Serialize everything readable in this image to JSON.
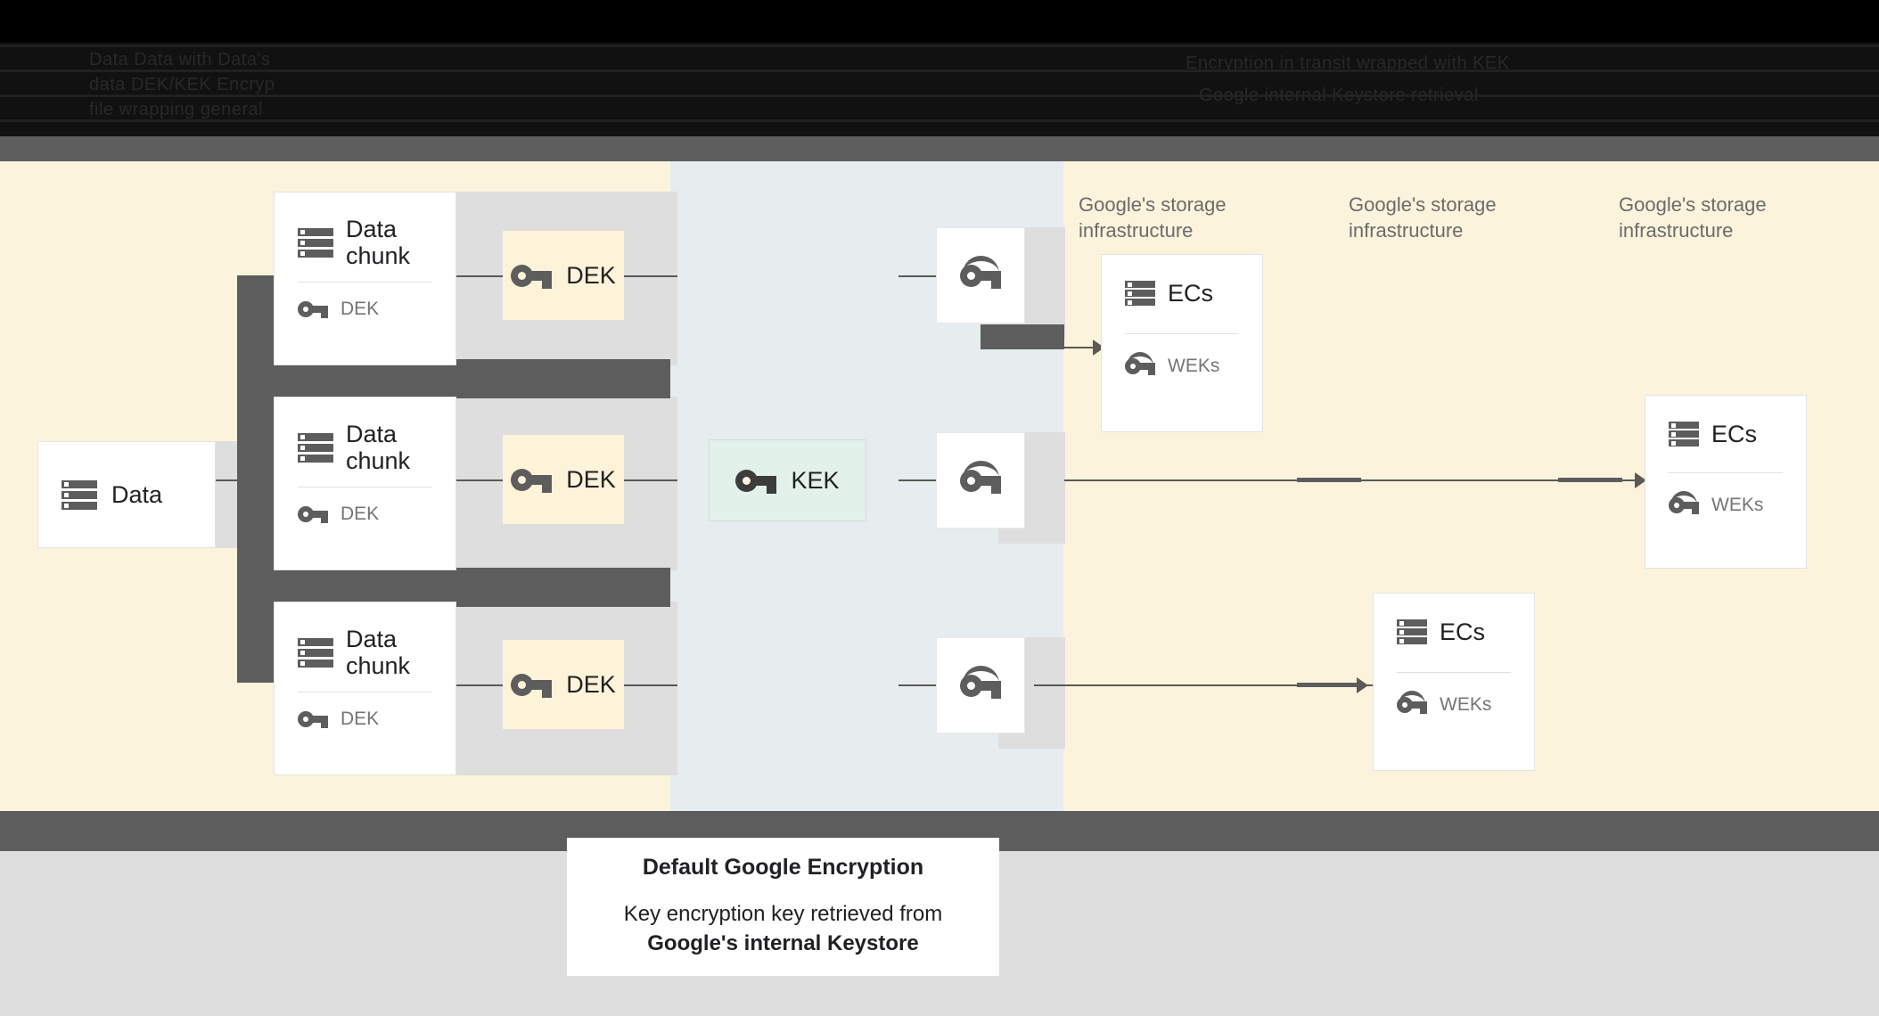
{
  "header": {
    "obscured": true,
    "lines": [
      "Data      Data with      Data's",
      "data        DEK/KEK        Encryp",
      "file         wrapping        general",
      "Encryption in transit    wrapped with KEK",
      "Google internal Keystore retrieval"
    ]
  },
  "diagram": {
    "source": {
      "label": "Data",
      "icon": "server-icon"
    },
    "chunks": [
      {
        "title": "Data chunk",
        "key_label": "DEK",
        "icon": "server-icon",
        "key_icon": "key-icon"
      },
      {
        "title": "Data chunk",
        "key_label": "DEK",
        "icon": "server-icon",
        "key_icon": "key-icon"
      },
      {
        "title": "Data chunk",
        "key_label": "DEK",
        "icon": "server-icon",
        "key_icon": "key-icon"
      }
    ],
    "deks": [
      {
        "label": "DEK",
        "icon": "key-icon"
      },
      {
        "label": "DEK",
        "icon": "key-icon"
      },
      {
        "label": "DEK",
        "icon": "key-icon"
      }
    ],
    "kek": {
      "label": "KEK",
      "icon": "key-icon"
    },
    "wrapped_keys": [
      {
        "icon": "wrapped-key-icon"
      },
      {
        "icon": "wrapped-key-icon"
      },
      {
        "icon": "wrapped-key-icon"
      }
    ],
    "infra_labels": [
      "Google's storage\ninfrastructure",
      "Google's storage\ninfrastructure",
      "Google's storage\ninfrastructure"
    ],
    "infra_label_line1": "Google's storage",
    "infra_label_line2": "infrastructure",
    "ec_boxes": [
      {
        "title": "ECs",
        "key_label": "WEKs",
        "icon": "server-icon",
        "key_icon": "wrapped-key-icon"
      },
      {
        "title": "ECs",
        "key_label": "WEKs",
        "icon": "server-icon",
        "key_icon": "wrapped-key-icon"
      },
      {
        "title": "ECs",
        "key_label": "WEKs",
        "icon": "server-icon",
        "key_icon": "wrapped-key-icon"
      }
    ]
  },
  "caption": {
    "title": "Default Google Encryption",
    "body_line1": "Key encryption key retrieved from",
    "body_line2": "Google's internal Keystore"
  },
  "colors": {
    "cream": "#fbf3dc",
    "panel_blue": "#e7ecee",
    "dark_grey": "#5d5d5d",
    "bottom_grey": "#dedede",
    "dek_yellow": "#fdf3d8",
    "kek_green": "#e2f1e9",
    "white": "#ffffff",
    "text_dark": "#202124",
    "text_muted": "#757575"
  }
}
